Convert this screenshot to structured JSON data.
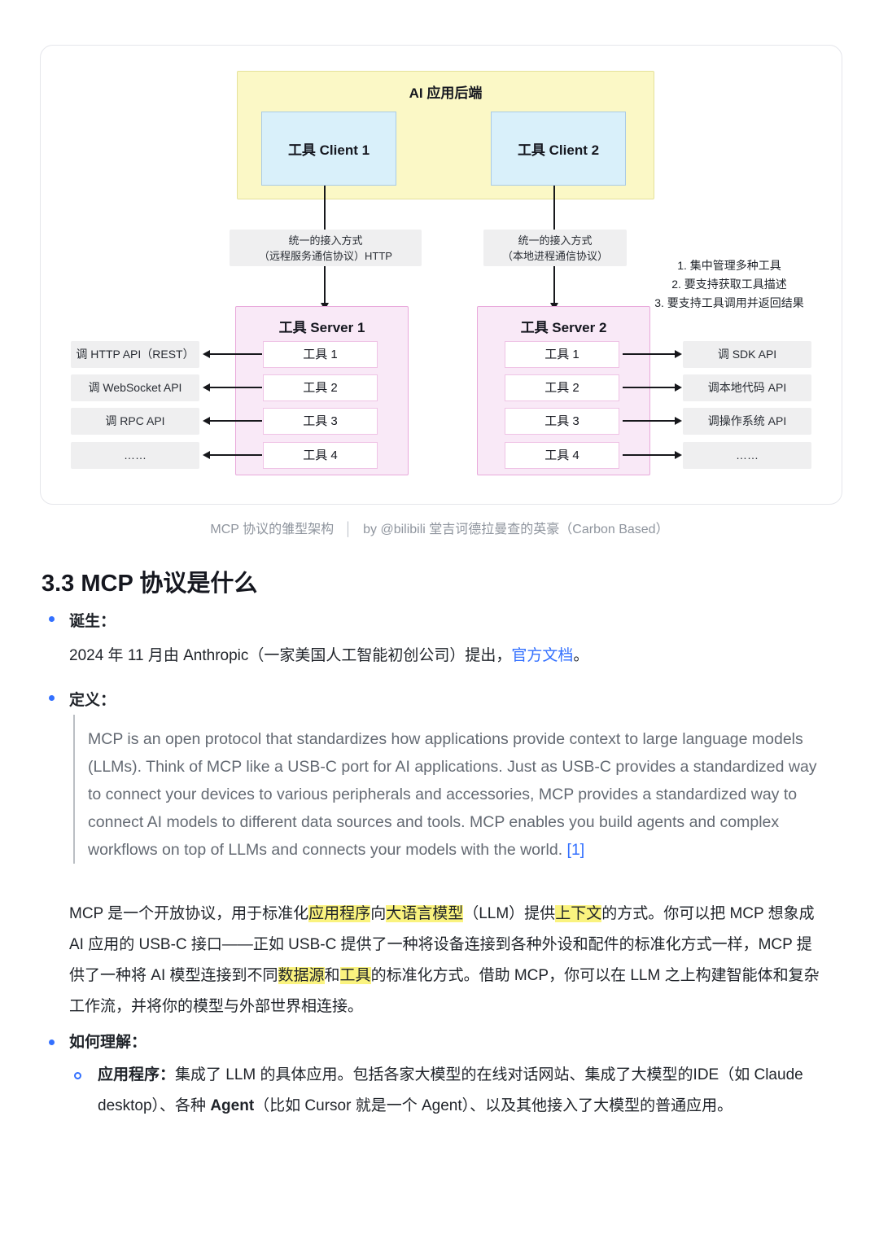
{
  "diagram": {
    "backend_title": "AI 应用后端",
    "clients": [
      {
        "label": "工具 Client 1"
      },
      {
        "label": "工具 Client 2"
      }
    ],
    "connectors": [
      {
        "line1": "统一的接入方式",
        "line2": "（远程服务通信协议）HTTP"
      },
      {
        "line1": "统一的接入方式",
        "line2": "（本地进程通信协议）"
      }
    ],
    "notes": [
      "1. 集中管理多种工具",
      "2. 要支持获取工具描述",
      "3. 要支持工具调用并返回结果"
    ],
    "servers": [
      {
        "title": "工具 Server 1",
        "tools": [
          "工具 1",
          "工具 2",
          "工具 3",
          "工具 4"
        ],
        "apis": [
          "调 HTTP API（REST）",
          "调 WebSocket API",
          "调 RPC API",
          "……"
        ]
      },
      {
        "title": "工具 Server 2",
        "tools": [
          "工具 1",
          "工具 2",
          "工具 3",
          "工具 4"
        ],
        "apis": [
          "调 SDK API",
          "调本地代码 API",
          "调操作系统 API",
          "……"
        ]
      }
    ],
    "colors": {
      "backend_fill": "#fbf8c6",
      "backend_border": "#e5e19b",
      "client_fill": "#d9f0fa",
      "client_border": "#a9cbe6",
      "server_fill": "#f9e9f7",
      "server_border": "#e9a9db",
      "tool_border": "#efc3e5",
      "label_gray": "#efeff0",
      "arrow": "#17181c"
    }
  },
  "caption": {
    "title": "MCP 协议的雏型架构",
    "separator": "│",
    "credit": "by @bilibili 堂吉诃德拉曼查的英豪（Carbon Based）"
  },
  "section": {
    "heading": "3.3 MCP 协议是什么",
    "birth": {
      "label": "诞生：",
      "text_before_link": "2024 年 11 月由 Anthropic（一家美国人工智能初创公司）提出，",
      "link_text": "官方文档",
      "text_after_link": "。"
    },
    "definition_label": "定义：",
    "quote": {
      "text": "MCP is an open protocol that standardizes how applications provide context to large language models (LLMs). Think of MCP like a USB-C port for AI applications. Just as USB-C provides a standardized way to connect your devices to various peripherals and accessories, MCP provides a standardized way to connect AI models to different data sources and tools. MCP enables you build agents and complex workflows on top of LLMs and connects your models with the world. ",
      "ref": "[1]"
    },
    "summary_segments": [
      {
        "t": "MCP 是一个开放协议，用于标准化"
      },
      {
        "t": "应用程序",
        "hl": true
      },
      {
        "t": "向"
      },
      {
        "t": "大语言模型",
        "hl": true
      },
      {
        "t": "（LLM）提供"
      },
      {
        "t": "上下文",
        "hl": true
      },
      {
        "t": "的方式。你可以把 MCP 想象成 AI 应用的 USB-C 接口——正如 USB-C 提供了一种将设备连接到各种外设和配件的标准化方式一样，MCP 提供了一种将 AI 模型连接到不同"
      },
      {
        "t": "数据源",
        "hl": true
      },
      {
        "t": "和"
      },
      {
        "t": "工具",
        "hl": true
      },
      {
        "t": "的标准化方式。借助 MCP，你可以在 LLM 之上构建智能体和复杂工作流，并将你的模型与外部世界相连接。"
      }
    ],
    "understand_label": "如何理解：",
    "app_item_segments": [
      {
        "t": "应用程序：",
        "b": true
      },
      {
        "t": "集成了 LLM 的具体应用。包括各家大模型的在线对话网站、集成了大模型的IDE（如 Claude desktop）、各种 "
      },
      {
        "t": "Agent",
        "b": true
      },
      {
        "t": "（比如 Cursor 就是一个 Agent）、以及其他接入了大模型的普通应用。"
      }
    ],
    "colors": {
      "bullet": "#3370ff",
      "link": "#3370ff",
      "highlight": "#faf37f",
      "quote_text": "#646a73",
      "caption": "#8f959e"
    }
  }
}
